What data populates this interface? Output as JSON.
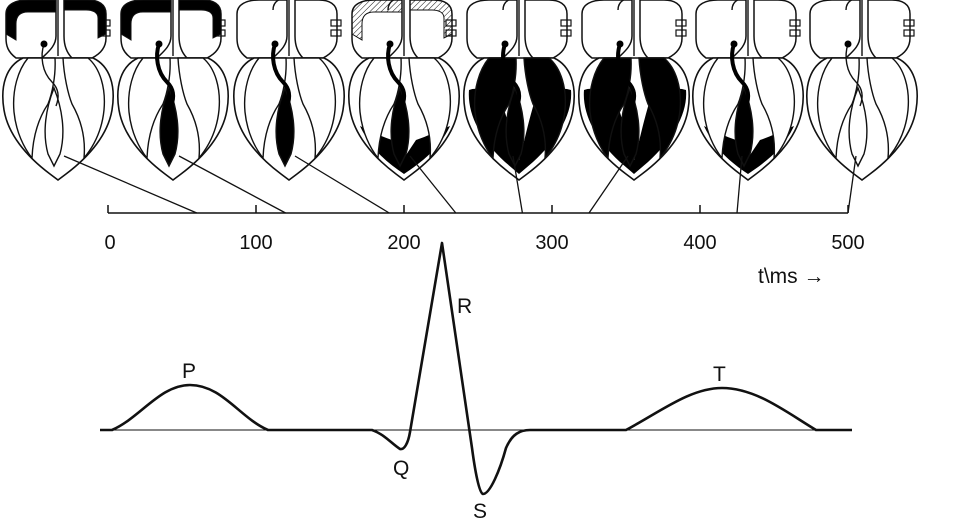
{
  "time_axis": {
    "ticks": [
      0,
      100,
      200,
      300,
      400,
      500
    ],
    "label": "t\\ms →"
  },
  "wave_labels": {
    "p": "P",
    "q": "Q",
    "r": "R",
    "s": "S",
    "t": "T"
  },
  "heart_frames": [
    {
      "time_ms": 60,
      "shading": "atria-active"
    },
    {
      "time_ms": 120,
      "shading": "atria-and-septum"
    },
    {
      "time_ms": 190,
      "shading": "septum-conduction"
    },
    {
      "time_ms": 235,
      "shading": "ventricles-partial"
    },
    {
      "time_ms": 280,
      "shading": "ventricles-full"
    },
    {
      "time_ms": 325,
      "shading": "ventricles-full"
    },
    {
      "time_ms": 425,
      "shading": "ventricles-recovering"
    },
    {
      "time_ms": 500,
      "shading": "none"
    }
  ],
  "colors": {
    "stroke": "#111111",
    "fill_active": "#000000",
    "background": "#ffffff"
  }
}
